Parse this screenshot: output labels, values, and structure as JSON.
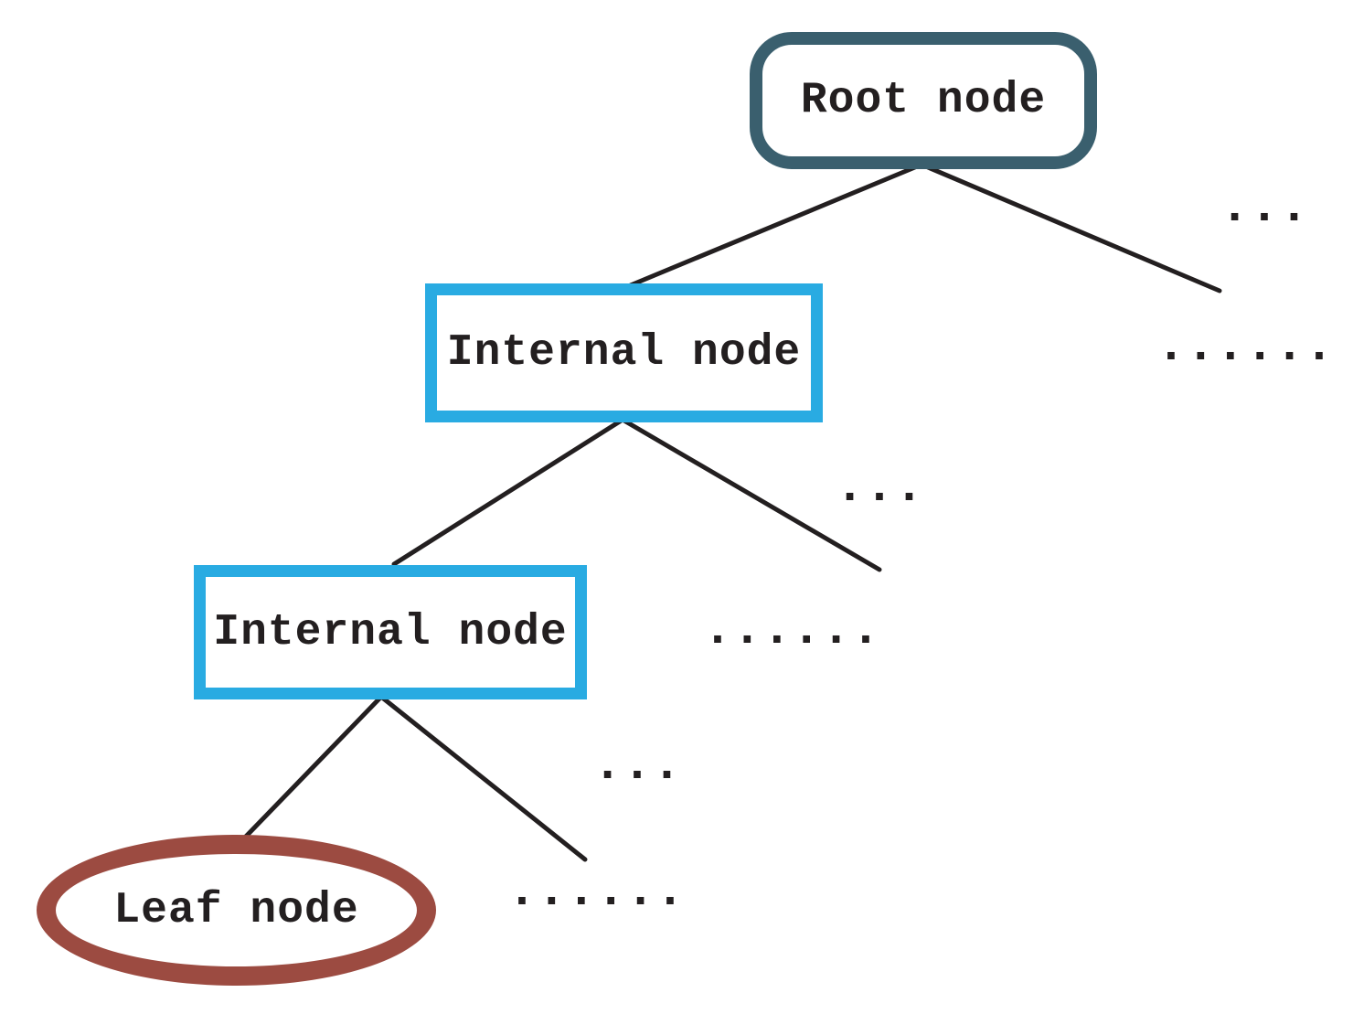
{
  "nodes": {
    "root": {
      "label": "Root node",
      "type": "root",
      "shape": "rounded-rectangle"
    },
    "internal_top": {
      "label": "Internal node",
      "type": "internal",
      "shape": "rectangle"
    },
    "internal_bottom": {
      "label": "Internal node",
      "type": "internal",
      "shape": "rectangle"
    },
    "leaf": {
      "label": "Leaf node",
      "type": "leaf",
      "shape": "ellipse"
    }
  },
  "dots": {
    "top_short": "...",
    "top_long": "......",
    "mid_short": "...",
    "mid_long": "......",
    "bottom_short": "...",
    "bottom_long": "......"
  },
  "edges": [
    {
      "from": "root",
      "to": "internal_top"
    },
    {
      "from": "root",
      "to": "top-ellipsis-subtree"
    },
    {
      "from": "internal_top",
      "to": "internal_bottom"
    },
    {
      "from": "internal_top",
      "to": "mid-ellipsis-subtree"
    },
    {
      "from": "internal_bottom",
      "to": "leaf"
    },
    {
      "from": "internal_bottom",
      "to": "bottom-ellipsis-subtree"
    }
  ],
  "colors": {
    "root_border": "#3a5f6e",
    "internal_border": "#29abe2",
    "leaf_border": "#9c4b41",
    "edge": "#231f20",
    "text": "#231f20",
    "background": "#ffffff"
  }
}
